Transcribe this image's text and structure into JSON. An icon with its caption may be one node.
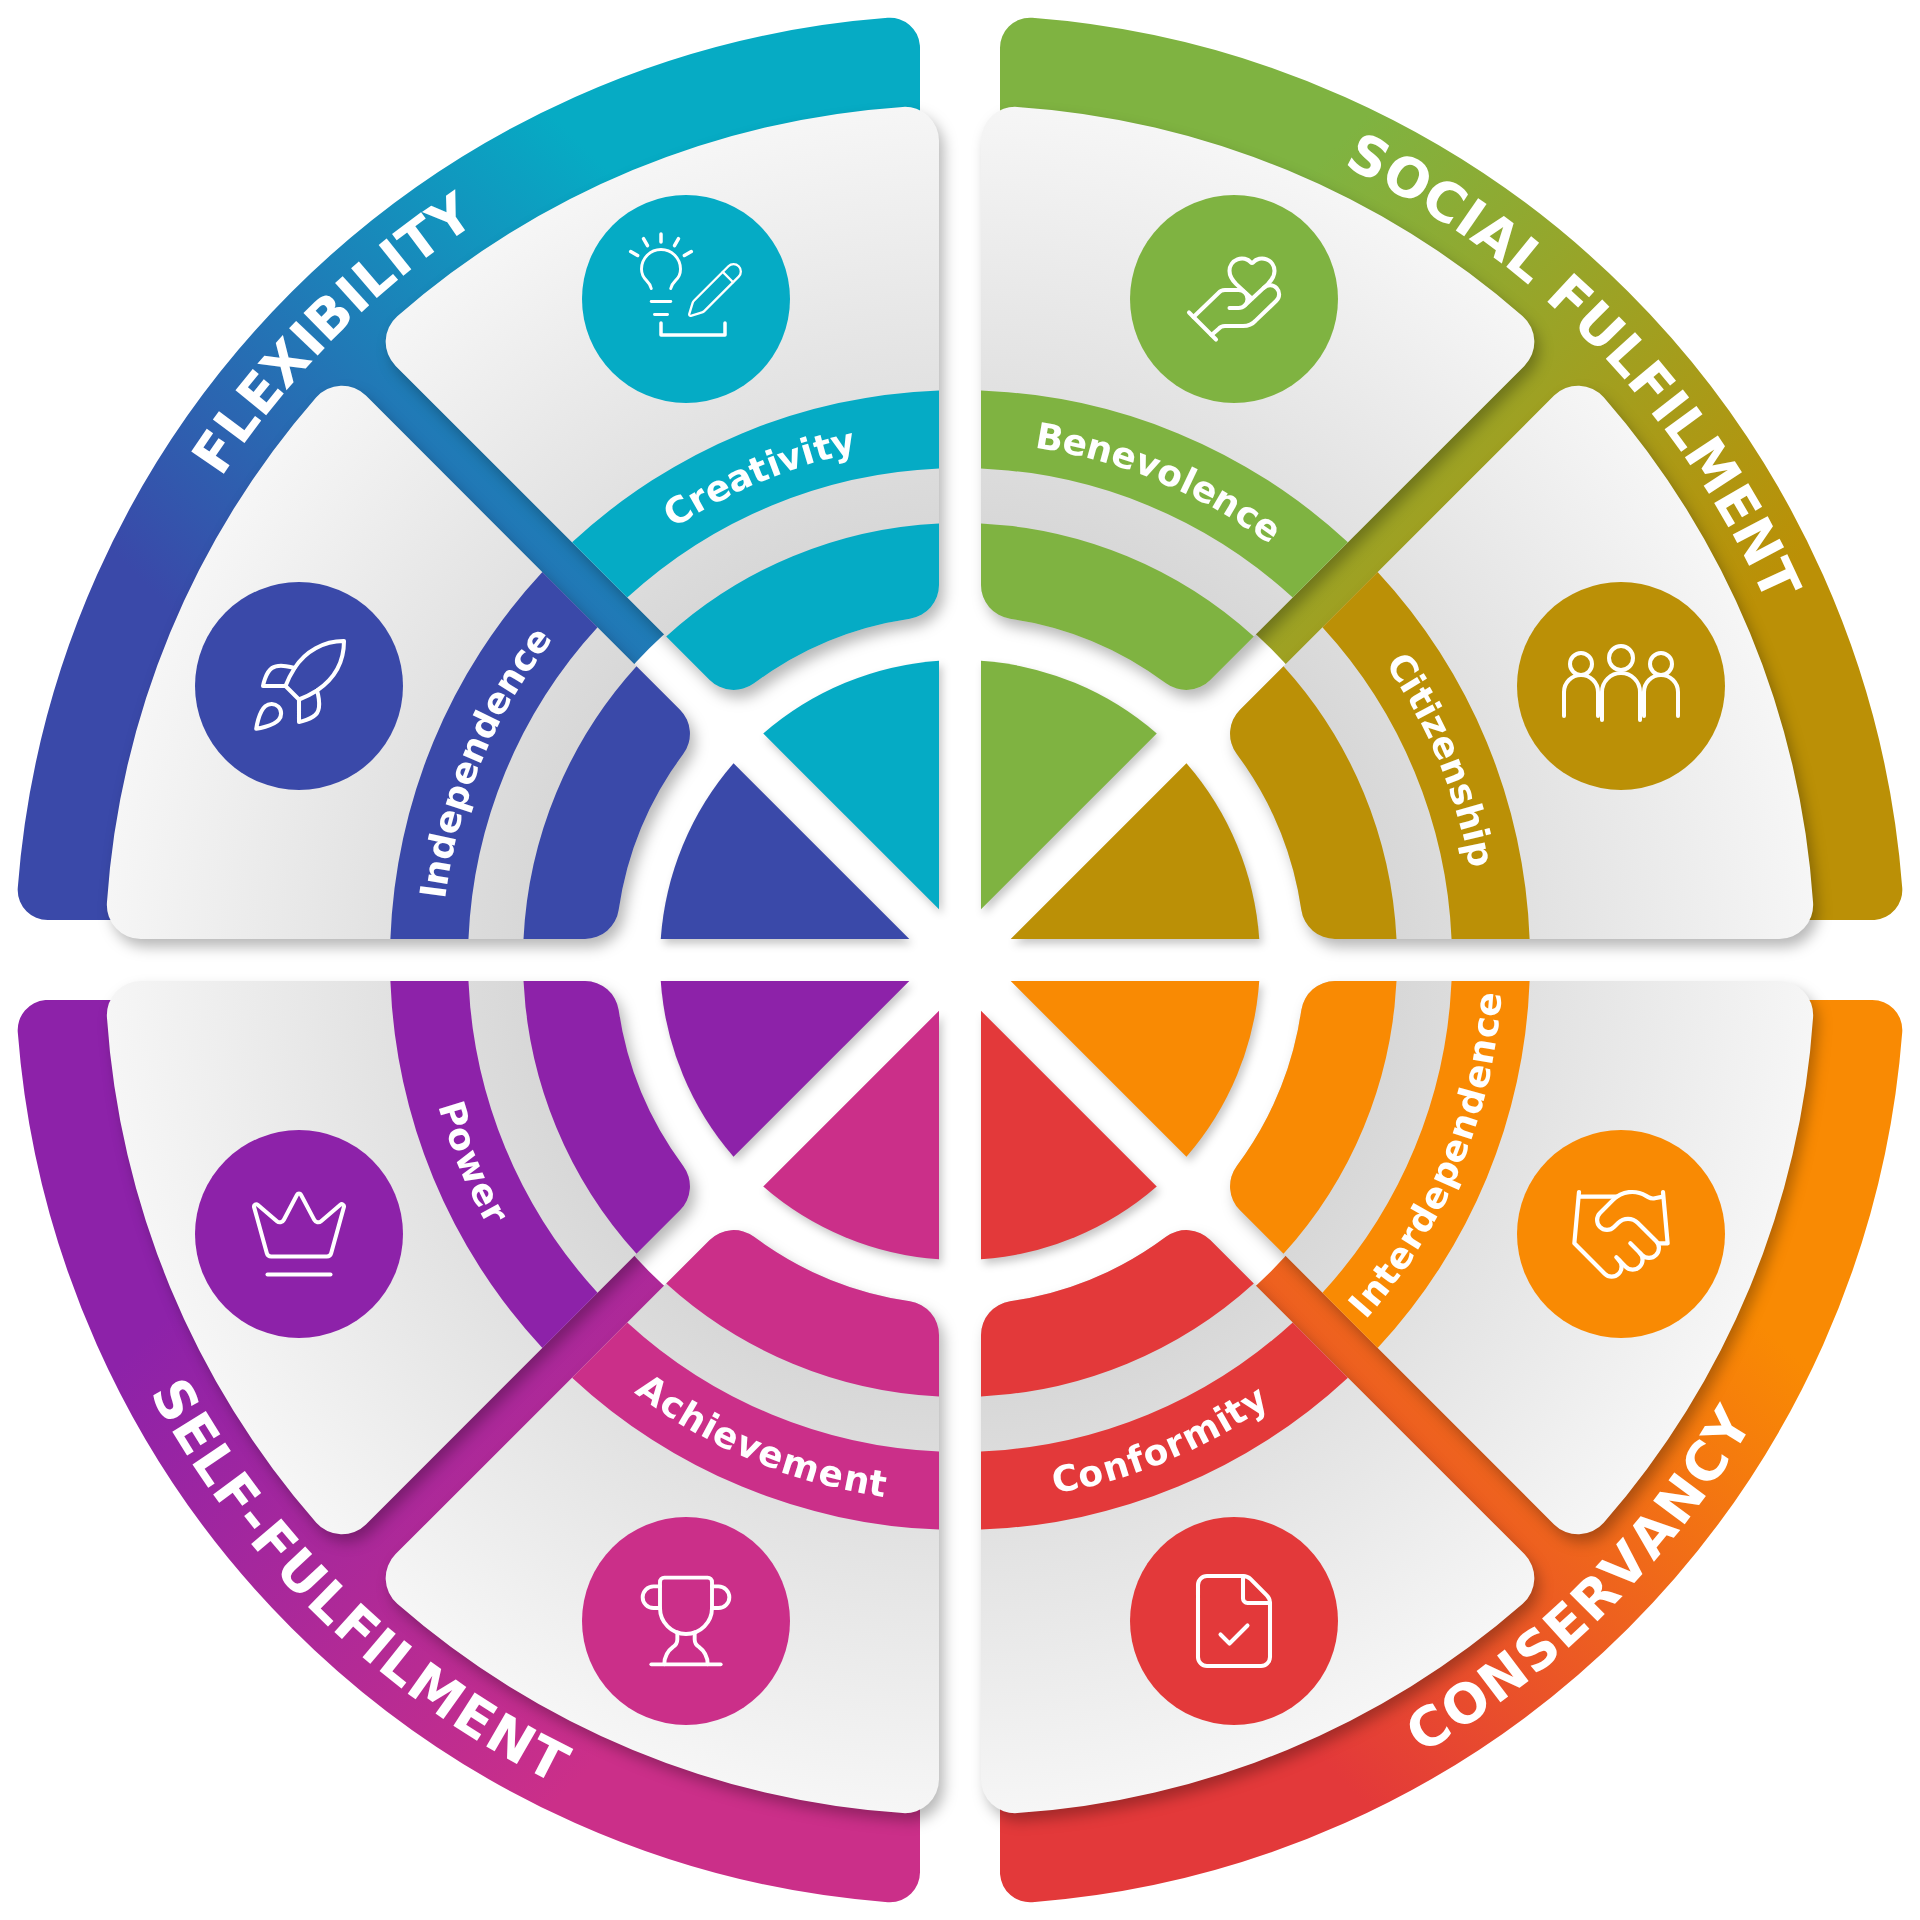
{
  "diagram": {
    "nodes": [
      {
        "text": [
          "FLEXIBILITY"
        ]
      },
      {
        "text": [
          "Creativity"
        ],
        "in": 0
      },
      {
        "text": [
          "Independence"
        ],
        "in": 0
      },
      {
        "text": [
          "SOCIAL FULFILMENT"
        ]
      },
      {
        "text": [
          "Benevolence"
        ],
        "in": 3
      },
      {
        "text": [
          "Citizenship"
        ],
        "in": 3
      },
      {
        "text": [
          "CONSERVANCY"
        ]
      },
      {
        "text": [
          "Interdependence"
        ],
        "in": 6
      },
      {
        "text": [
          "Conformity"
        ],
        "in": 6
      },
      {
        "text": [
          "SELF-FULFILMENT"
        ]
      },
      {
        "text": [
          "Achievement"
        ],
        "in": 9
      },
      {
        "text": [
          "Power"
        ],
        "in": 9
      }
    ]
  }
}
